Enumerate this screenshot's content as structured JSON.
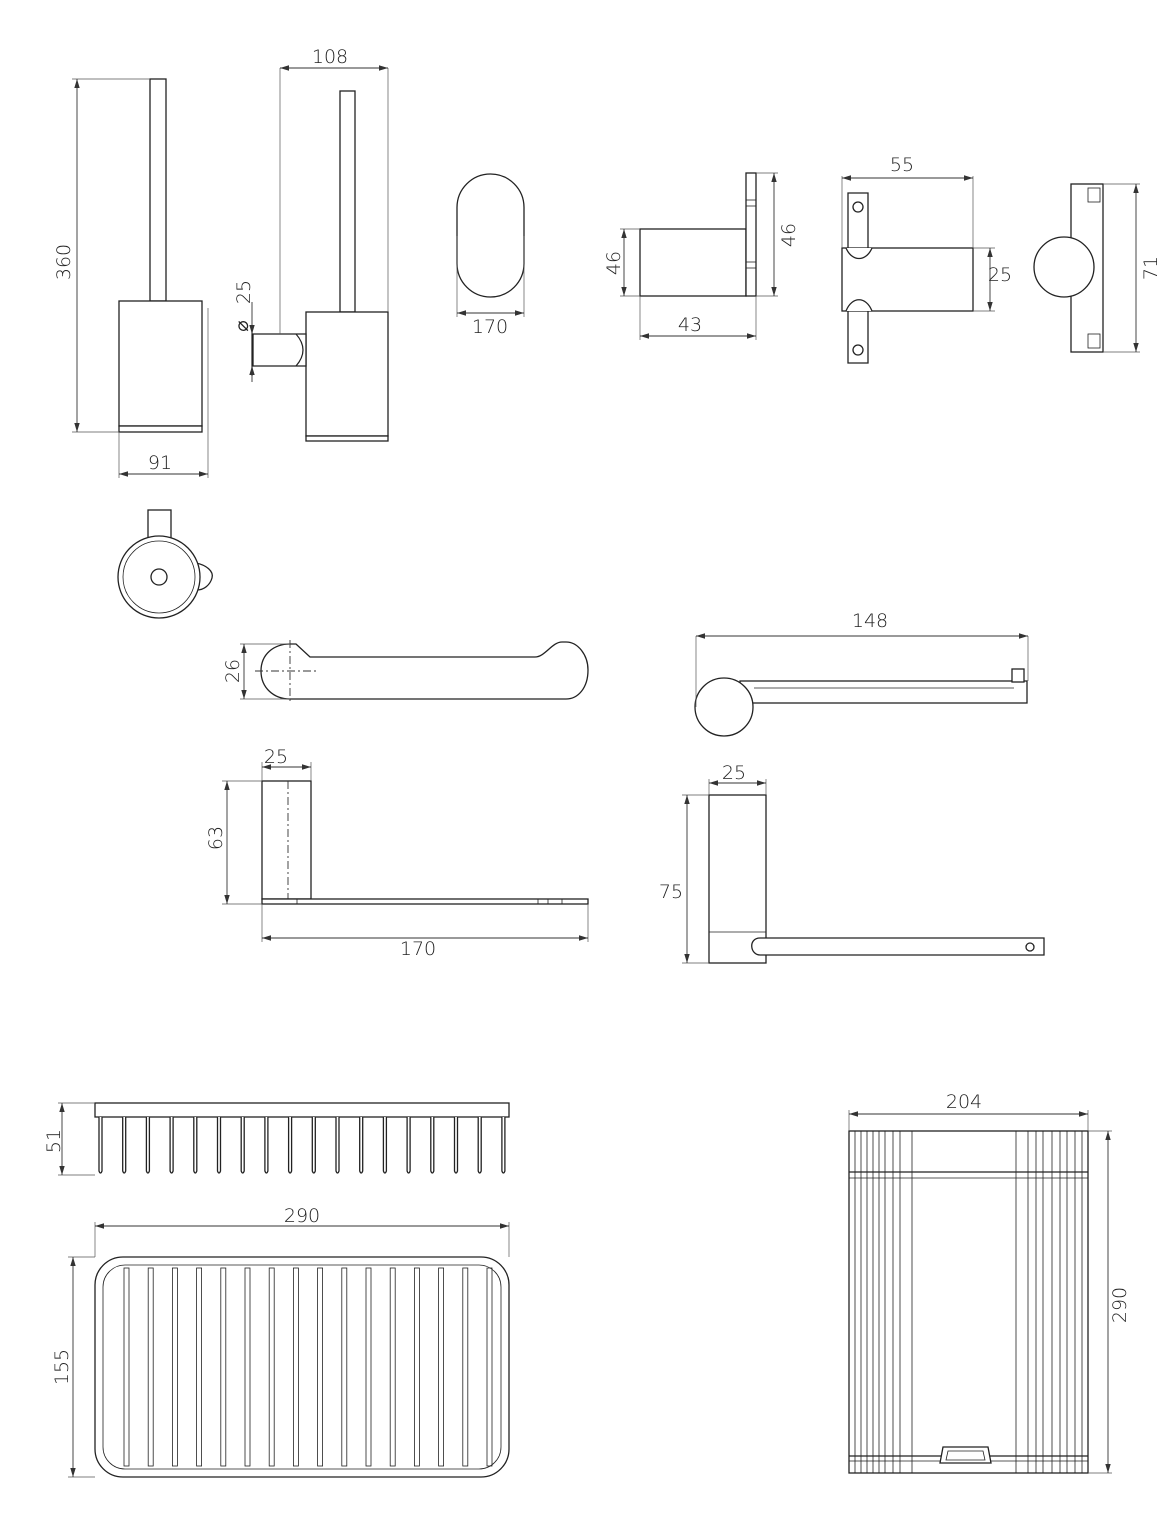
{
  "drawing": {
    "brush_holder": {
      "height": "360",
      "width": "91",
      "depth": "108",
      "diameter": "25"
    },
    "hook_front": {
      "height": "170"
    },
    "hook_side": {
      "height": "46",
      "depth": "43",
      "plate_height": "46"
    },
    "robe_hook": {
      "depth": "55",
      "diameter": "25",
      "height": "71"
    },
    "paper_holder_a": {
      "height": "26",
      "width": "25",
      "depth": "63",
      "length": "170"
    },
    "paper_holder_b": {
      "length": "148",
      "width": "25",
      "depth": "75"
    },
    "shower_basket": {
      "height": "51",
      "width": "290",
      "depth": "155"
    },
    "waste_bin": {
      "width": "204",
      "height": "290"
    }
  },
  "colors": {
    "line": "#222222",
    "background": "#ffffff"
  }
}
